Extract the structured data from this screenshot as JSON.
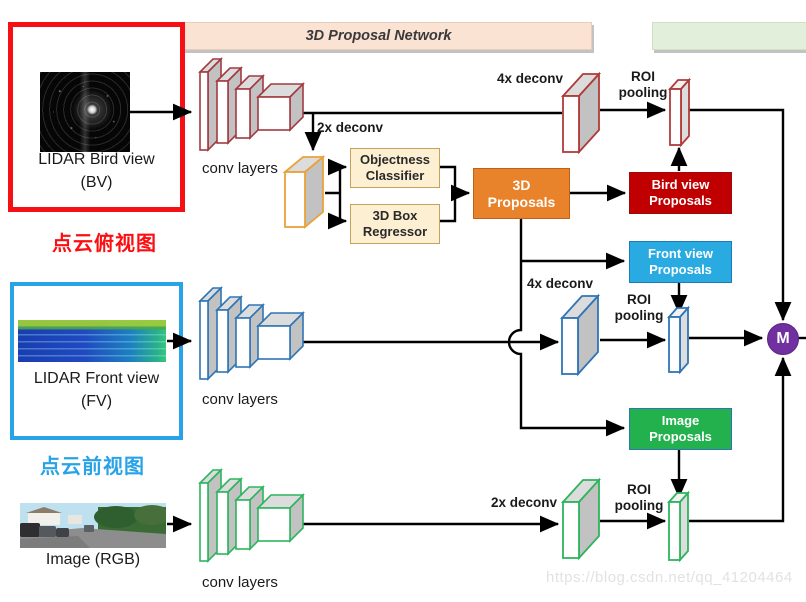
{
  "title_bars": {
    "proposal_network": "3D Proposal Network",
    "fusion_network": ""
  },
  "inputs": {
    "bird_view": {
      "title": "LIDAR Bird view",
      "subtitle": "(BV)",
      "caption": "点云俯视图"
    },
    "front_view": {
      "title": "LIDAR Front view",
      "subtitle": "(FV)",
      "caption": "点云前视图"
    },
    "image": {
      "title": "Image (RGB)"
    }
  },
  "labels": {
    "conv_layers": "conv layers",
    "deconv_2x": "2x deconv",
    "deconv_4x": "4x deconv",
    "roi": "ROI",
    "pooling": "pooling"
  },
  "boxes": {
    "objectness_classifier": {
      "line1": "Objectness",
      "line2": "Classifier"
    },
    "box_regressor": {
      "line1": "3D Box",
      "line2": "Regressor"
    },
    "proposals_3d": {
      "line1": "3D",
      "line2": "Proposals"
    },
    "bird_view_proposals": {
      "line1": "Bird view",
      "line2": "Proposals"
    },
    "front_view_proposals": {
      "line1": "Front view",
      "line2": "Proposals"
    },
    "image_proposals": {
      "line1": "Image",
      "line2": "Proposals"
    },
    "merge": {
      "label": "M"
    }
  },
  "watermark": "https://blog.csdn.net/qq_41204464",
  "colors": {
    "proposal_bar_bg": "#fbe3d4",
    "fusion_bar_bg": "#e2efda",
    "bv_border": "#f51015",
    "fv_border": "#29a3e8",
    "conv_red": "#a23b41",
    "conv_blue": "#2e75b6",
    "conv_green": "#2eb45d",
    "orange_accent": "#e8a33b",
    "cream_fill": "#fdf0d2",
    "proposals_3d_fill": "#e8832c",
    "bird_view_fill": "#c00000",
    "front_view_fill": "#29abe2",
    "image_fill": "#22b14c",
    "merge_fill": "#7030a0"
  }
}
